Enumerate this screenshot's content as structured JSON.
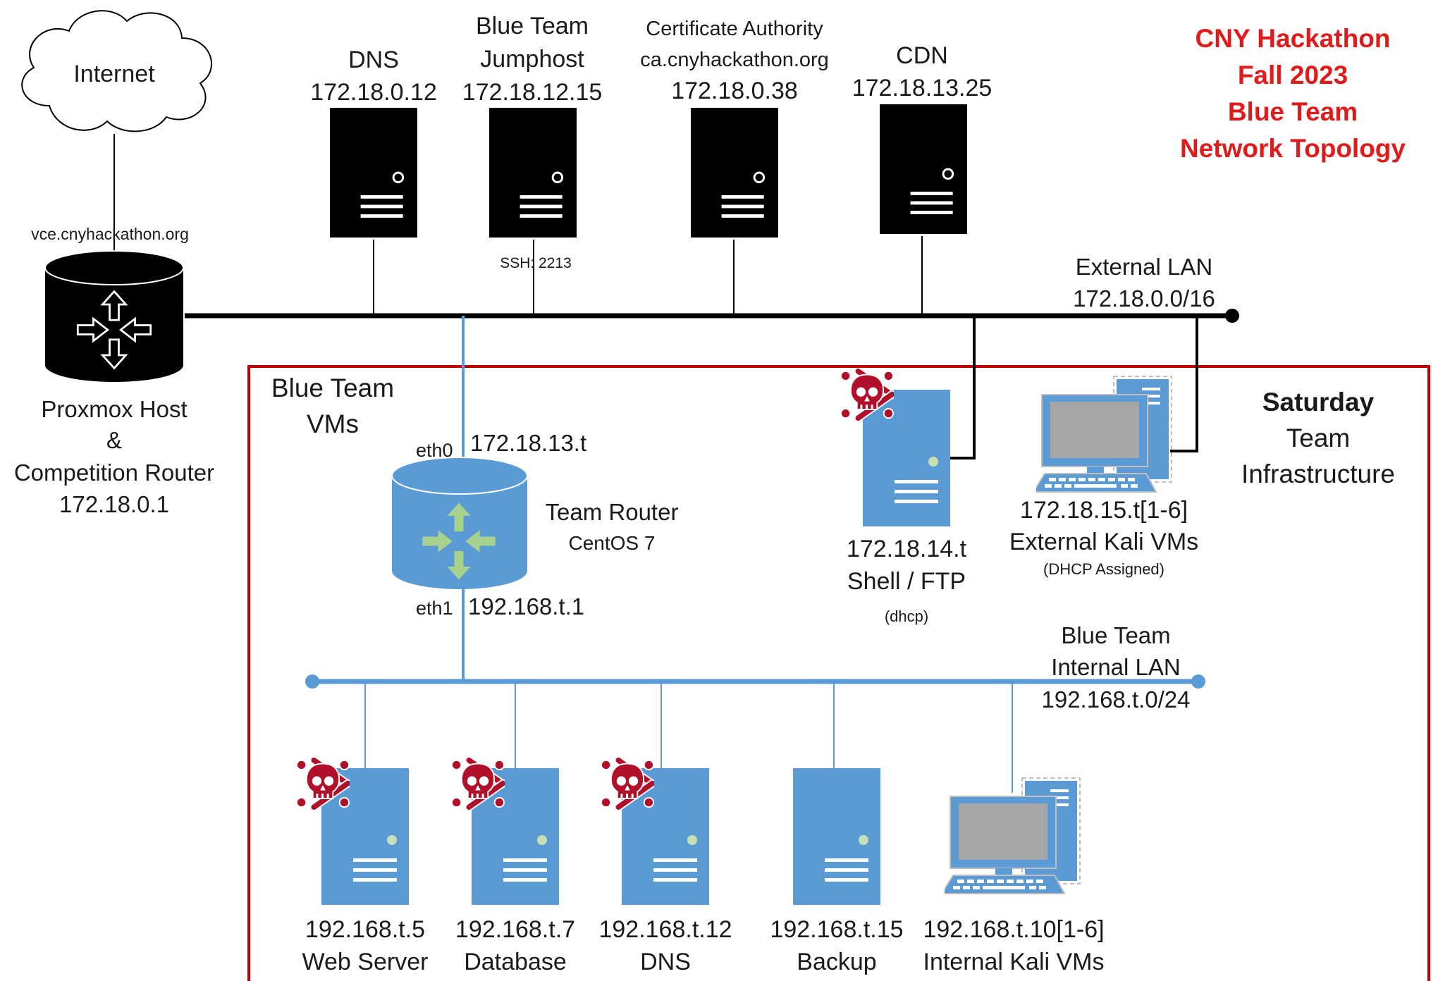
{
  "colors": {
    "title_red": "#e01b1b",
    "box_border_red": "#c00000",
    "external_line": "#000000",
    "internal_line": "#5b9bd5",
    "server_blue": "#5b9bd5",
    "server_black": "#000000",
    "router_arrow_green": "#a9d18e",
    "skull_red": "#b0102a",
    "monitor_screen": "#a6a6a6"
  },
  "title": {
    "line1": "CNY Hackathon",
    "line2": "Fall 2023",
    "line3": "Blue Team",
    "line4": "Network Topology"
  },
  "internet": {
    "label": "Internet",
    "icon": "cloud-icon"
  },
  "proxmox": {
    "hostname": "vce.cnyhackathon.org",
    "line1": "Proxmox Host",
    "line2": "&",
    "line3": "Competition Router",
    "ip": "172.18.0.1",
    "icon": "router-icon"
  },
  "external_servers": [
    {
      "name": "DNS",
      "ip": "172.18.0.12",
      "icon": "server-icon"
    },
    {
      "name_line1": "Blue Team",
      "name_line2": "Jumphost",
      "ip": "172.18.12.15",
      "note": "SSH: 2213",
      "icon": "server-icon"
    },
    {
      "name_line1": "Certificate Authority",
      "name_line2": "ca.cnyhackathon.org",
      "ip": "172.18.0.38",
      "icon": "server-icon"
    },
    {
      "name": "CDN",
      "ip": "172.18.13.25",
      "icon": "server-icon"
    }
  ],
  "external_lan": {
    "name": "External LAN",
    "subnet": "172.18.0.0/16"
  },
  "blue_team_box": {
    "line1": "Blue Team",
    "line2": "VMs"
  },
  "saturday": {
    "line1": "Saturday",
    "line2": "Team",
    "line3": "Infrastructure"
  },
  "team_router": {
    "name": "Team Router",
    "os": "CentOS 7",
    "eth0_label": "eth0",
    "eth0_ip": "172.18.13.t",
    "eth1_label": "eth1",
    "eth1_ip": "192.168.t.1",
    "icon": "router-icon"
  },
  "shell_ftp": {
    "ip": "172.18.14.t",
    "name": "Shell / FTP",
    "note": "(dhcp)",
    "icon": "server-icon",
    "compromised_icon": "skull-icon"
  },
  "external_kali": {
    "ip": "172.18.15.t[1-6]",
    "name": "External Kali VMs",
    "note": "(DHCP Assigned)",
    "icon": "workstation-icon"
  },
  "internal_lan": {
    "line1": "Blue Team",
    "line2": "Internal LAN",
    "subnet": "192.168.t.0/24"
  },
  "internal_hosts": [
    {
      "ip": "192.168.t.5",
      "name": "Web Server",
      "icon": "server-icon",
      "compromised_icon": "skull-icon"
    },
    {
      "ip": "192.168.t.7",
      "name": "Database",
      "icon": "server-icon",
      "compromised_icon": "skull-icon"
    },
    {
      "ip": "192.168.t.12",
      "name": "DNS",
      "icon": "server-icon",
      "compromised_icon": "skull-icon"
    },
    {
      "ip": "192.168.t.15",
      "name": "Backup",
      "icon": "server-icon"
    },
    {
      "ip": "192.168.t.10[1-6]",
      "name": "Internal Kali VMs",
      "icon": "workstation-icon"
    }
  ]
}
